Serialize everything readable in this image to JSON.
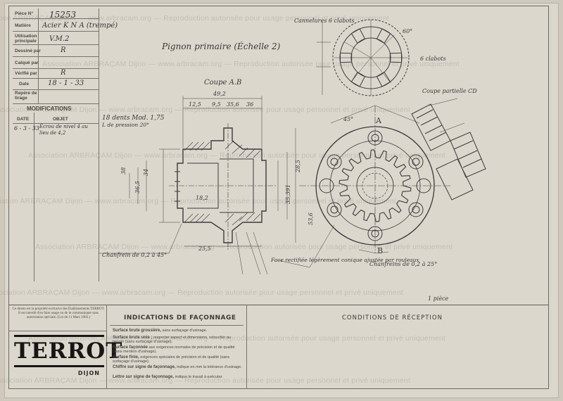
{
  "title_block": {
    "piece_no_label": "Pièce N°",
    "piece_no": "15253",
    "matiere_label": "Matière",
    "matiere": "Acier K N A (trempé)",
    "utilisation_label": "Utilisation principale",
    "utilisation": "V.M.2",
    "dessine_label": "Dessiné par",
    "dessine": "R",
    "calque_label": "Calqué par",
    "calque": "",
    "verifie_label": "Vérifié par",
    "verifie": "R",
    "date_label": "Date",
    "date": "18 - 1 - 33",
    "repere_label": "Repère de tirage",
    "repere": ""
  },
  "modifications": {
    "heading": "MODIFICATIONS",
    "col_date": "DATE",
    "col_objet": "OBJET",
    "row_date": "6 - 3 - 33",
    "row_objet": "Écrou de nivel 4 au lieu de 4,2"
  },
  "drawing": {
    "title": "Pignon primaire (Échelle 2)",
    "section_label": "Coupe A.B",
    "teeth_note": "18 dents Mod. 1,75",
    "pressure_angle": "L de pression 20°",
    "chamfer_left": "Chanfrein de 0,2 à 45°",
    "chamfer_right": "Chanfreins de 0,2 à 25°",
    "face_note": "Face rectifiée légèrement conique ajustée par rouleaux",
    "splines_label": "Cannelures 6 clabots",
    "crenel_label": "6 clabots",
    "section_cd": "Coupe partielle CD",
    "qty": "1 pièce",
    "mark_a": "A",
    "mark_b": "B",
    "dims": {
      "d1": "49,2",
      "d2": "12,5",
      "d3": "9,5",
      "d4": "35,6",
      "d5": "36",
      "d6": "18,2",
      "d7": "25,5",
      "d8": "38",
      "d9": "34",
      "d10": "36,5",
      "d11": "28,5",
      "d12": "35,391",
      "d13": "53,6",
      "d14": "45°",
      "d15": "60°"
    }
  },
  "ownership": {
    "text": "Ce dessin est la propriété exclusive des Établissements TERROT. Il est interdit d'en faire usage ou de le communiquer sans autorisation spéciale. (Loi du 11 Mars 1902.)"
  },
  "logo": {
    "brand": "TERROT",
    "city": "DIJON"
  },
  "indications": {
    "heading": "INDICATIONS DE FAÇONNAGE",
    "rows": [
      {
        "title": "Surface brute grossière,",
        "text": "sans surfaçage d'usinage."
      },
      {
        "title": "Surface brute unie ;",
        "text": "respecter aspect et dimensions, retoucher au besoin (sans surfaçage d'usinage)."
      },
      {
        "title": "Surface façonnée",
        "text": "aux exigences normales de précision et de qualité (sans mention d'usinage)."
      },
      {
        "title": "Surface finie,",
        "text": "exigences spéciales de précision et de qualité (sans surfaçage d'usinage)."
      },
      {
        "title": "Chiffre sur signe de façonnage,",
        "text": "indique en mm la tolérance d'usinage."
      },
      {
        "title": "Lettre sur signe de façonnage,",
        "text": "indique le travail à exécuter."
      }
    ]
  },
  "conditions": {
    "heading": "CONDITIONS DE RÉCEPTION"
  },
  "watermark": "Association ARBRAÇAM Dijon — www.arbracam.org — Reproduction autorisée pour usage personnel et privé uniquement"
}
